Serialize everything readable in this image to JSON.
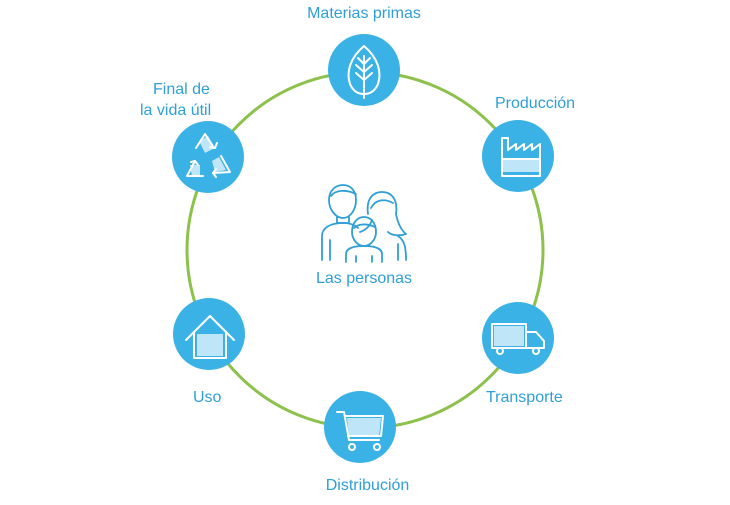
{
  "center": {
    "label": "Las personas",
    "icon": "family-icon"
  },
  "ring_color": "#8cc14b",
  "node_color": "#3bb2e6",
  "text_color": "#2f9fd6",
  "nodes": [
    {
      "label": "Materias primas",
      "icon": "leaf-icon"
    },
    {
      "label": "Producción",
      "icon": "factory-icon"
    },
    {
      "label": "Transporte",
      "icon": "truck-icon"
    },
    {
      "label": "Distribución",
      "icon": "shopping-cart-icon"
    },
    {
      "label": "Uso",
      "icon": "house-icon"
    },
    {
      "label_line1": "Final de",
      "label_line2": "la vida útil",
      "icon": "recycle-icon"
    }
  ]
}
